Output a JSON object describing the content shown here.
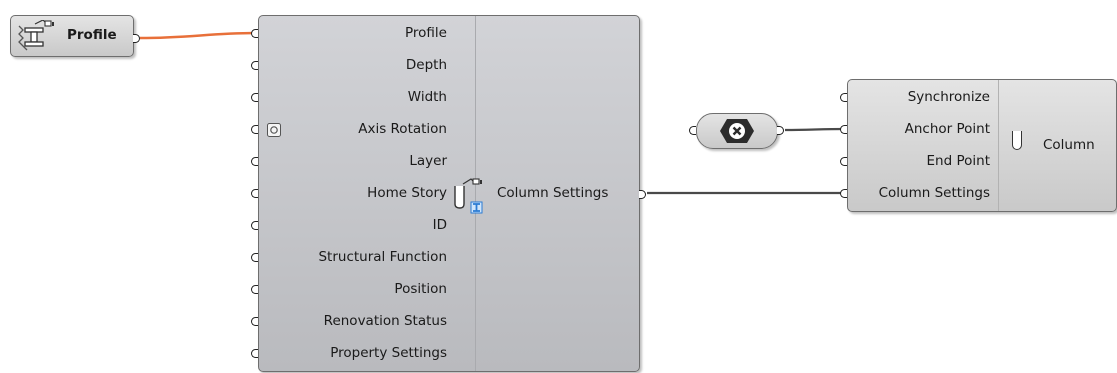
{
  "profile_param": {
    "label": "Profile"
  },
  "settings_component": {
    "inputs": [
      "Profile",
      "Depth",
      "Width",
      "Axis Rotation",
      "Layer",
      "Home Story",
      "ID",
      "Structural Function",
      "Position",
      "Renovation Status",
      "Property Settings"
    ],
    "output": "Column Settings"
  },
  "null_param": {
    "icon": "x-circle-icon"
  },
  "column_component": {
    "inputs": [
      "Synchronize",
      "Anchor Point",
      "End Point",
      "Column Settings"
    ],
    "title": "Column"
  },
  "colors": {
    "selected_wire": "#e8703a",
    "wire": "#4a4a4a",
    "node_fill": "#d6d6d6"
  }
}
